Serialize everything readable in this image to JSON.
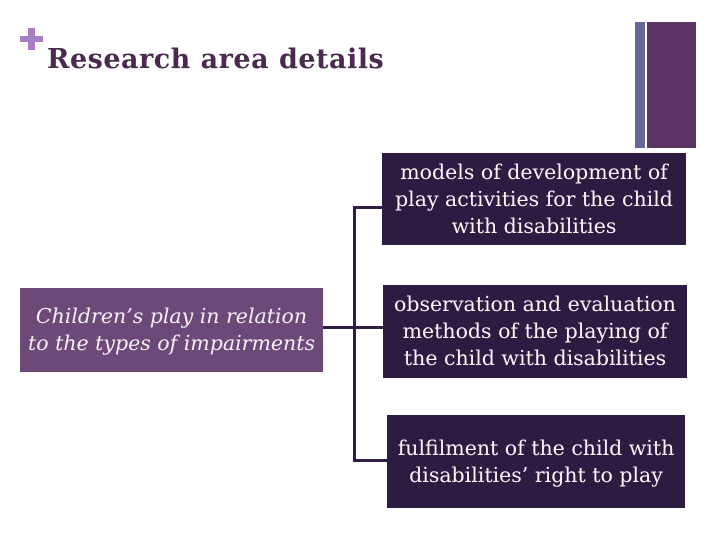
{
  "slide": {
    "title": "Research area details",
    "plus_symbol": "+",
    "left_box": {
      "lines": [
        "Children’s play in relation",
        "to the types of impairments"
      ]
    },
    "right_boxes": [
      {
        "lines": [
          "models of development of",
          "play activities for the child",
          "with disabilities"
        ]
      },
      {
        "lines": [
          "observation and evaluation",
          "methods of the playing of",
          "the child with disabilities"
        ]
      },
      {
        "lines": [
          "fulfilment of the child with",
          "disabilities’ right to play"
        ]
      }
    ],
    "colors": {
      "background": "#ffffff",
      "title_text": "#4b2a4f",
      "plus": "#a87fc3",
      "accent_bar_narrow": "#66669a",
      "accent_bar_wide": "#5c3567",
      "dark_box": "#2d1c42",
      "medium_box": "#6d4979",
      "connector": "#2f1c47",
      "box_text": "#faf5fa"
    }
  }
}
